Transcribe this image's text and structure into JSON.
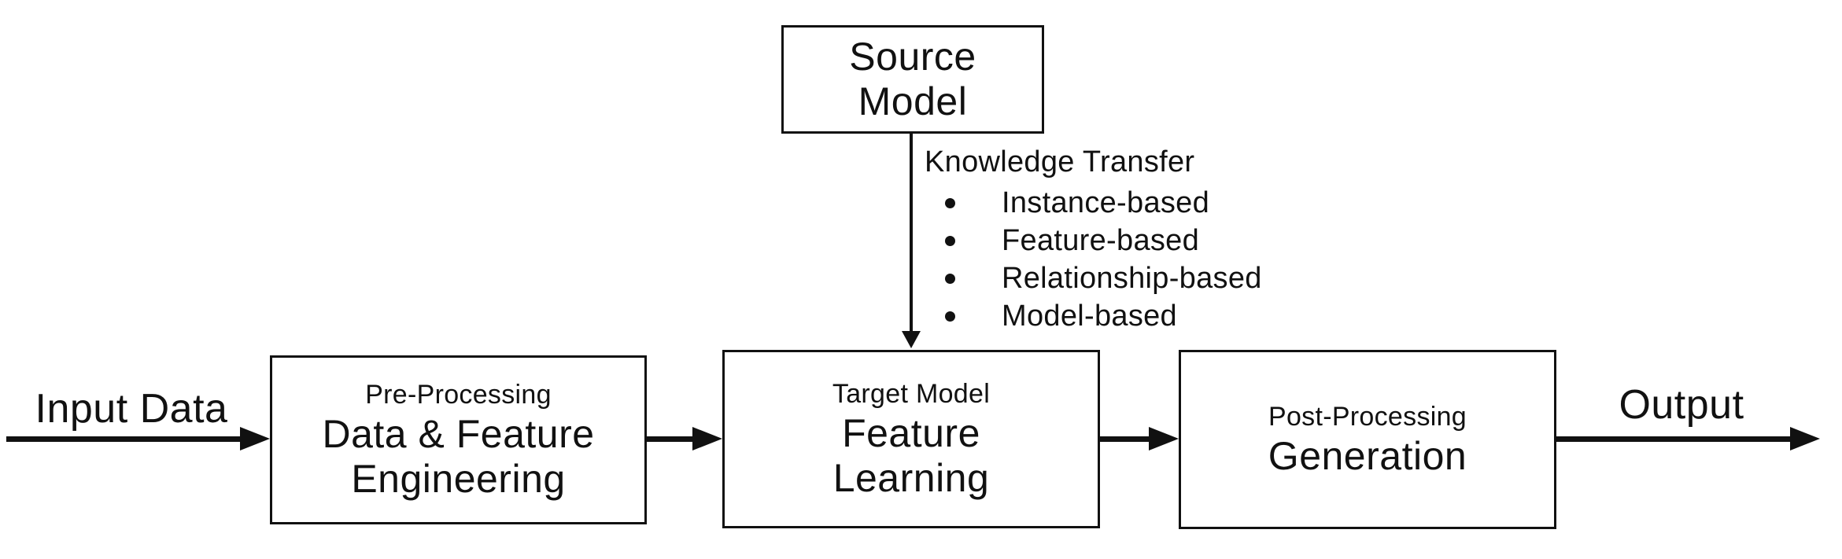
{
  "colors": {
    "ink": "#111111",
    "background": "#ffffff"
  },
  "source_box": {
    "label": "Source\nModel"
  },
  "knowledge_transfer": {
    "heading": "Knowledge Transfer",
    "bullet_glyph": "●",
    "items": [
      "Instance-based",
      "Feature-based",
      "Relationship-based",
      "Model-based"
    ]
  },
  "flow": {
    "input_label": "Input Data",
    "output_label": "Output",
    "stages": [
      {
        "subtitle": "Pre-Processing",
        "title": "Data & Feature\nEngineering"
      },
      {
        "subtitle": "Target Model",
        "title": "Feature\nLearning"
      },
      {
        "subtitle": "Post-Processing",
        "title": "Generation"
      }
    ]
  }
}
